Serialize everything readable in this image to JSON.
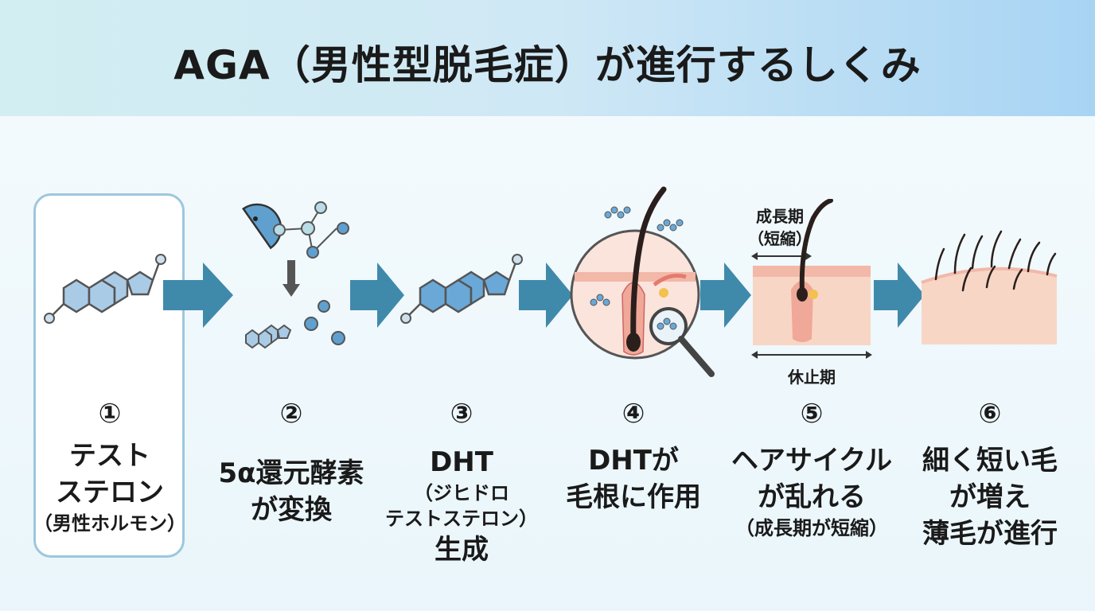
{
  "title": "AGA（男性型脱毛症）が進行するしくみ",
  "colors": {
    "arrow": "#3f8aab",
    "molecule": "#7fb2dc",
    "skin": "#f4c6bd",
    "hair": "#2a1f1c"
  },
  "steps": [
    {
      "num": "①",
      "lines": [
        "テスト",
        "ステロン"
      ],
      "sub": [
        "（男性ホルモン）"
      ]
    },
    {
      "num": "②",
      "lines": [
        "5α還元酵素",
        "が変換"
      ],
      "sub": []
    },
    {
      "num": "③",
      "lines": [
        "DHT"
      ],
      "sub": [
        "（ジヒドロ",
        "テストステロン）"
      ],
      "after": "生成"
    },
    {
      "num": "④",
      "lines": [
        "DHTが",
        "毛根に作用"
      ],
      "sub": []
    },
    {
      "num": "⑤",
      "lines": [
        "ヘアサイクル",
        "が乱れる"
      ],
      "sub": [
        "（成長期が短縮）"
      ]
    },
    {
      "num": "⑥",
      "lines": [
        "細く短い毛",
        "が増え",
        "薄毛が進行"
      ],
      "sub": []
    }
  ],
  "cycle_labels": {
    "growth": "成長期",
    "growth_sub": "（短縮）",
    "rest": "休止期"
  }
}
